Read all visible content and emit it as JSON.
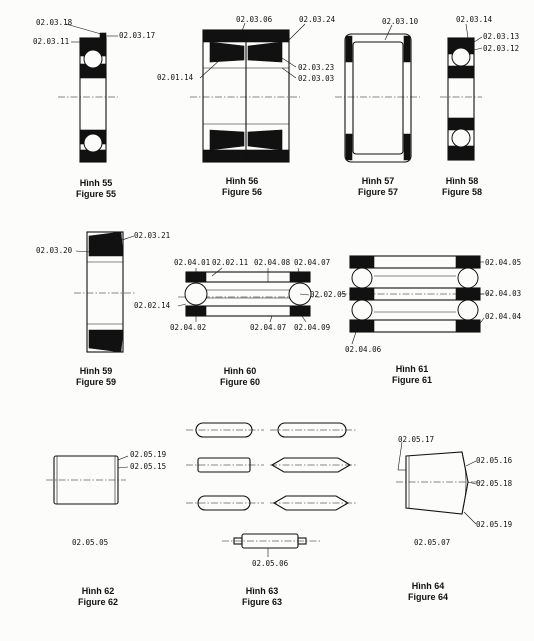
{
  "figures": {
    "f55": {
      "cap_vi": "Hình 55",
      "cap_en": "Figure 55",
      "labels": [
        "02.03.18",
        "02.03.11",
        "02.03.17"
      ]
    },
    "f56": {
      "cap_vi": "Hình 56",
      "cap_en": "Figure 56",
      "labels": [
        "02.03.06",
        "02.03.24",
        "02.01.14",
        "02.03.23",
        "02.03.03"
      ]
    },
    "f57": {
      "cap_vi": "Hình 57",
      "cap_en": "Figure 57",
      "labels": [
        "02.03.10"
      ]
    },
    "f58": {
      "cap_vi": "Hình 58",
      "cap_en": "Figure 58",
      "labels": [
        "02.03.14",
        "02.03.13",
        "02.03.12"
      ]
    },
    "f59": {
      "cap_vi": "Hình 59",
      "cap_en": "Figure 59",
      "labels": [
        "02.03.21",
        "02.03.20"
      ]
    },
    "f60": {
      "cap_vi": "Hình 60",
      "cap_en": "Figure 60",
      "labels": [
        "02.04.01",
        "02.02.11",
        "02.04.08",
        "02.04.07",
        "02.02.05",
        "02.02.14",
        "02.04.02",
        "02.04.07",
        "02.04.09"
      ]
    },
    "f61": {
      "cap_vi": "Hình 61",
      "cap_en": "Figure 61",
      "labels": [
        "02.04.05",
        "02.04.03",
        "02.04.04",
        "02.04.06"
      ]
    },
    "f62": {
      "cap_vi": "Hình 62",
      "cap_en": "Figure 62",
      "labels": [
        "02.05.19",
        "02.05.15",
        "02.05.05"
      ]
    },
    "f63": {
      "cap_vi": "Hình 63",
      "cap_en": "Figure 63",
      "labels": [
        "02.05.06"
      ]
    },
    "f64": {
      "cap_vi": "Hình 64",
      "cap_en": "Figure 64",
      "labels": [
        "02.05.17",
        "02.05.16",
        "02.05.18",
        "02.05.19",
        "02.05.07"
      ]
    }
  }
}
